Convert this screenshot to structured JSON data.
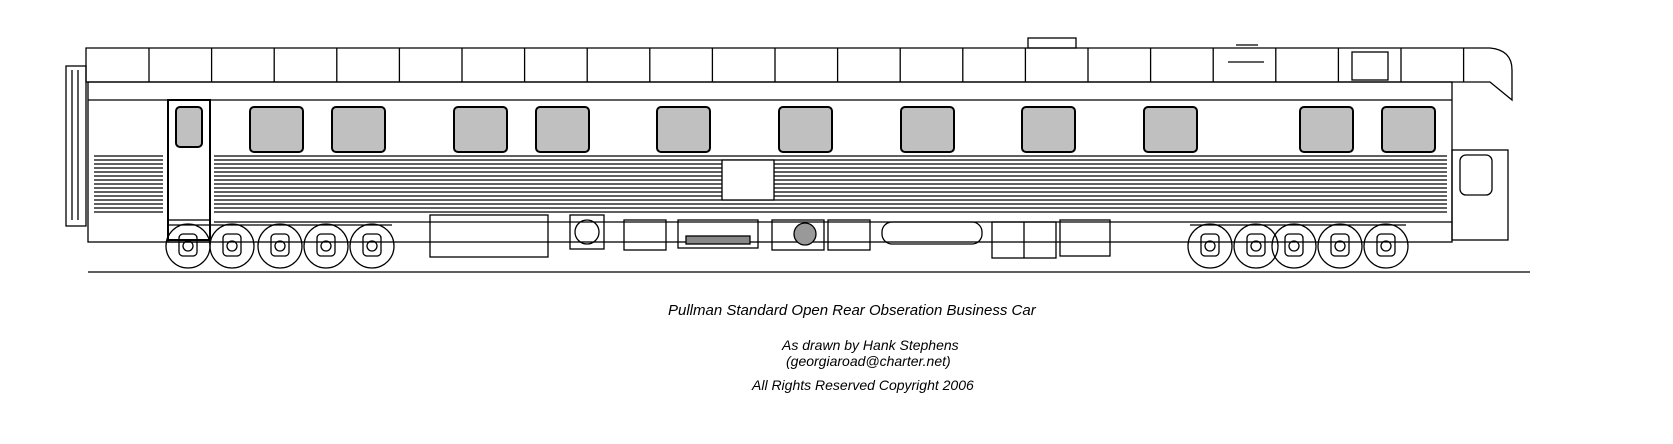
{
  "caption": {
    "title": "Pullman Standard Open Rear Obseration Business Car",
    "drawn_by": "As drawn by Hank Stephens",
    "email": "(georgiaroad@charter.net)",
    "copyright": "All Rights Reserved  Copyright 2006"
  },
  "colors": {
    "window_fill": "#c0c0c0",
    "line": "#000000",
    "background": "#ffffff"
  }
}
